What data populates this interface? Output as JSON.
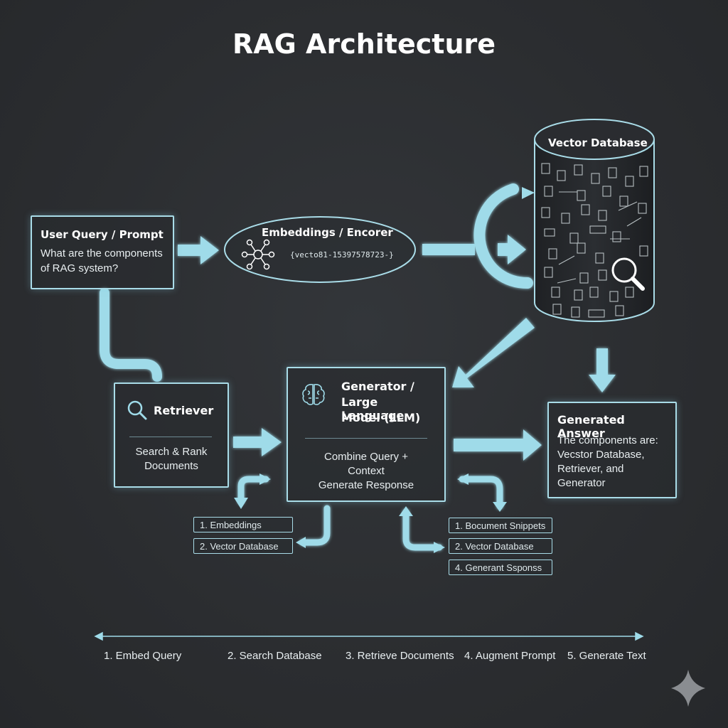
{
  "title": "RAG Architecture",
  "user_query": {
    "title": "User Query / Prompt",
    "text_line1": "What are the components",
    "text_line2": "of RAG system?"
  },
  "embeddings": {
    "title": "Embeddings / Encorer",
    "vector": "{vecto81-15397578723-}"
  },
  "vector_db": {
    "title": "Vector Database"
  },
  "retriever": {
    "title": "Retriever",
    "text_line1": "Search & Rank",
    "text_line2": "Documents"
  },
  "generator": {
    "title_line1": "Generator /",
    "title_line2": "Large Language",
    "title_line3": "Model (LLM)",
    "text_line1": "Combine Query +",
    "text_line2": "Context",
    "text_line3": "Generate Response"
  },
  "answer": {
    "title": "Generated Answer",
    "text_line1": "The components are:",
    "text_line2": "Vecstor Database,",
    "text_line3": "Retriever, and",
    "text_line4": "Generator"
  },
  "chips_left": [
    "1. Embeddings",
    "2. Vector Database"
  ],
  "chips_right": [
    "1. Bocument Snippets",
    "2. Vector Database",
    "4. Generant Ssponss"
  ],
  "timeline": [
    "1. Embed Query",
    "2. Search Database",
    "3. Retrieve Documents",
    "4. Augment Prompt",
    "5. Generate Text"
  ],
  "colors": {
    "accent": "#9fdbe9",
    "background": "#2b2d30",
    "border": "#a9dce8"
  },
  "icons": [
    "network-icon",
    "database-cylinder-icon",
    "magnifier-icon",
    "brain-icon",
    "sparkle-icon"
  ]
}
